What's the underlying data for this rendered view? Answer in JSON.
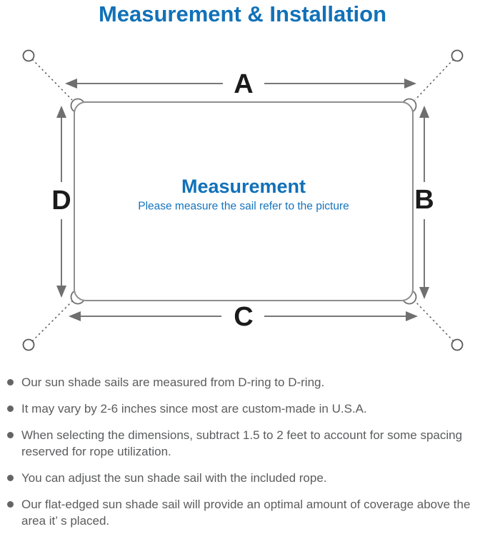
{
  "title": "Measurement & Installation",
  "colors": {
    "accent_blue": "#1171b8",
    "diagram_line_gray": "#787878",
    "sail_border_gray": "#8e8e8e",
    "note_text_gray": "#5b5c5e",
    "label_black": "#1b1b1b"
  },
  "diagram": {
    "side_labels": {
      "top": "A",
      "right": "B",
      "bottom": "C",
      "left": "D"
    },
    "center_title": "Measurement",
    "center_subtitle": "Please measure the sail refer to the picture"
  },
  "notes": [
    "Our sun shade sails are measured from D-ring to D-ring.",
    "It may vary by 2-6 inches since most are custom-made in U.S.A.",
    "When selecting the dimensions, subtract 1.5 to 2 feet to account for some spacing reserved for rope utilization.",
    "You can adjust the sun shade sail with the included rope.",
    "Our flat-edged sun shade sail will provide an optimal amount of coverage above the area it’ s placed."
  ]
}
